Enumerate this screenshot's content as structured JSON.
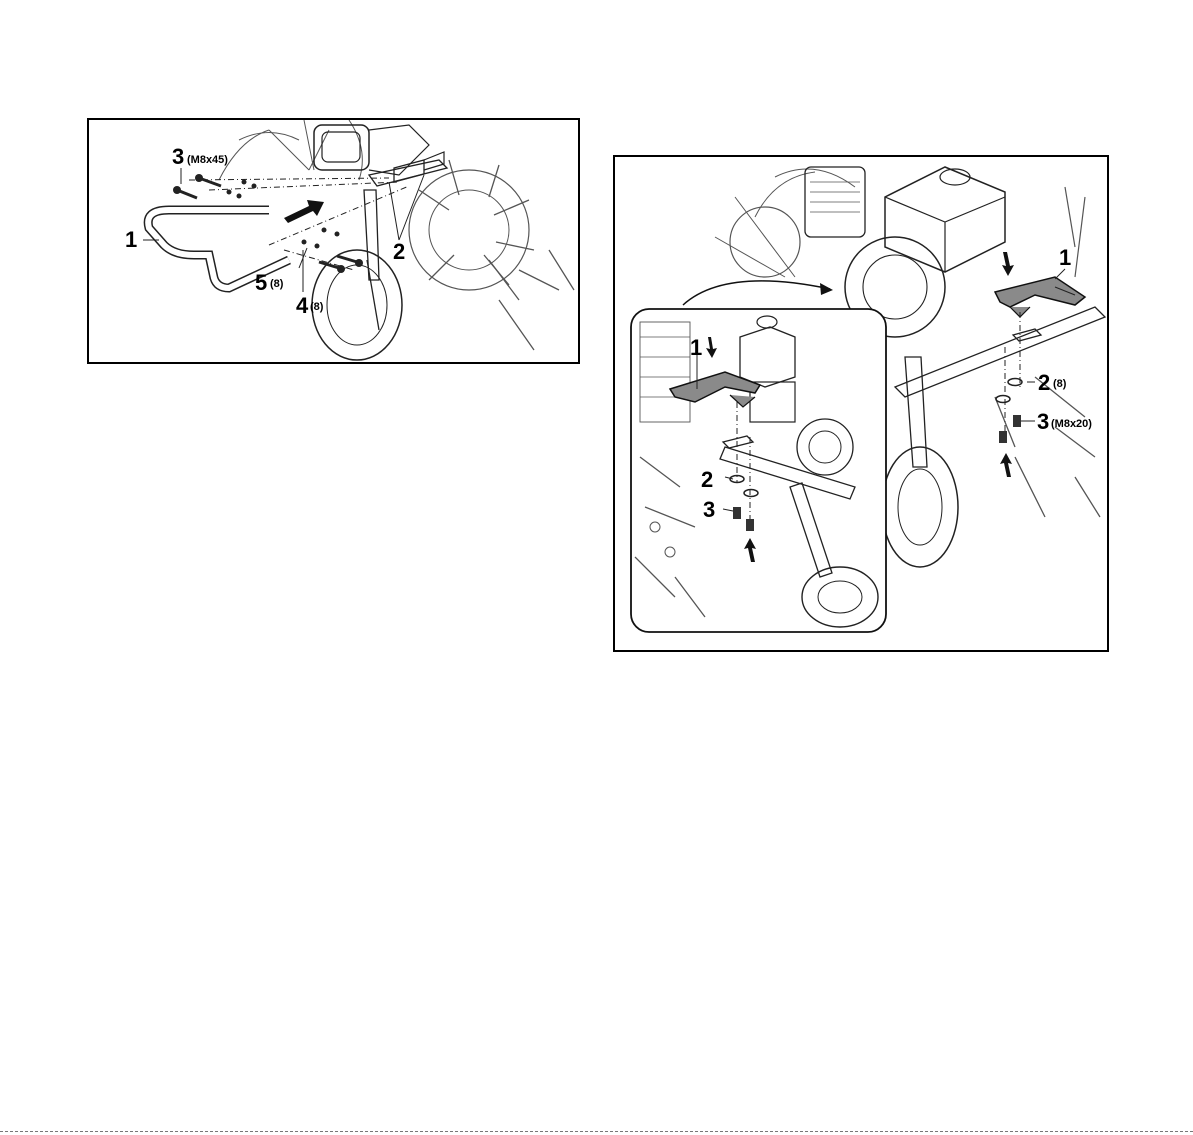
{
  "figure_left": {
    "callouts": [
      {
        "num": "1",
        "sub": ""
      },
      {
        "num": "2",
        "sub": ""
      },
      {
        "num": "3",
        "sub": "(M8x45)"
      },
      {
        "num": "4",
        "sub": "(8)"
      },
      {
        "num": "5",
        "sub": "(8)"
      }
    ]
  },
  "figure_right": {
    "callouts": [
      {
        "num": "1",
        "sub": ""
      },
      {
        "num": "2",
        "sub": "(8)"
      },
      {
        "num": "3",
        "sub": "(M8x20)"
      }
    ],
    "inset_callouts": [
      {
        "num": "1",
        "sub": ""
      },
      {
        "num": "2",
        "sub": ""
      },
      {
        "num": "3",
        "sub": ""
      }
    ]
  },
  "colors": {
    "line": "#222222",
    "bracket_fill": "#8a8a8a",
    "background": "#ffffff"
  }
}
